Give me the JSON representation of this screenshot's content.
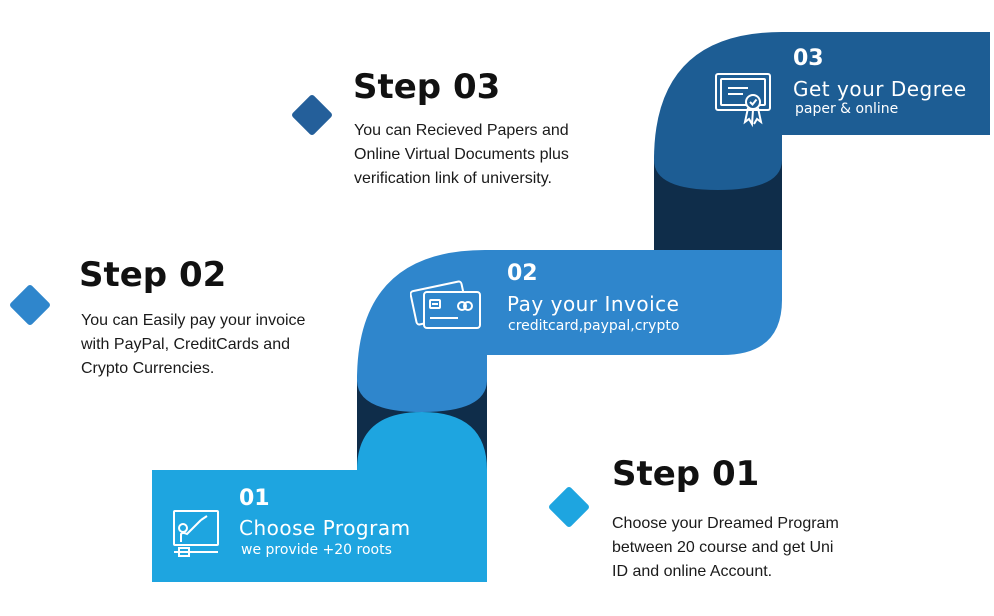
{
  "colors": {
    "band1": "#1ea5e0",
    "band2": "#2f86cc",
    "band3": "#1d5d94",
    "connector": "#0f2d4a",
    "diamond1": "#1ea5e0",
    "diamond2": "#2f86cc",
    "diamond3": "#245f9a"
  },
  "steps": [
    {
      "title": "Step 01",
      "description": [
        "Choose your Dreamed Program",
        "between 20 course and get Uni",
        "ID and online Account."
      ],
      "band_number": "01",
      "band_title": "Choose Program",
      "band_subtitle": "we provide +20 roots",
      "icon": "program-board-icon"
    },
    {
      "title": "Step 02",
      "description": [
        "You can Easily pay your invoice",
        "with PayPal, CreditCards and",
        "Crypto Currencies."
      ],
      "band_number": "02",
      "band_title": "Pay your Invoice",
      "band_subtitle": "creditcard,paypal,crypto",
      "icon": "credit-card-icon"
    },
    {
      "title": "Step 03",
      "description": [
        "You can Recieved Papers and",
        "Online Virtual Documents plus",
        "verification link of university."
      ],
      "band_number": "03",
      "band_title": "Get your Degree",
      "band_subtitle": "paper & online",
      "icon": "certificate-icon"
    }
  ]
}
